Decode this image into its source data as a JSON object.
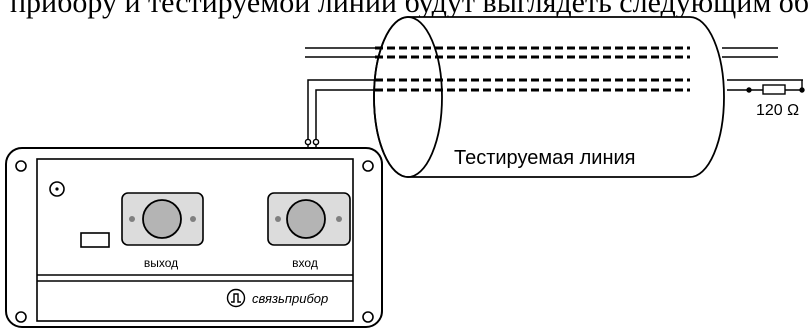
{
  "header": {
    "text": "прибору и тестируемой линии будут выглядеть следующим образом:"
  },
  "line": {
    "caption": "Тестируемая линия",
    "terminator_label": "120 Ω"
  },
  "device": {
    "output_label": "выход",
    "input_label": "вход",
    "brand_name": "связьприбор",
    "logo_icon": "pulse-in-circle-icon",
    "power_icon": "circle-dot-icon"
  },
  "colors": {
    "stroke": "#000000",
    "port_fill": "#dcdcdc",
    "port_pin": "#808080",
    "background": "#ffffff"
  }
}
